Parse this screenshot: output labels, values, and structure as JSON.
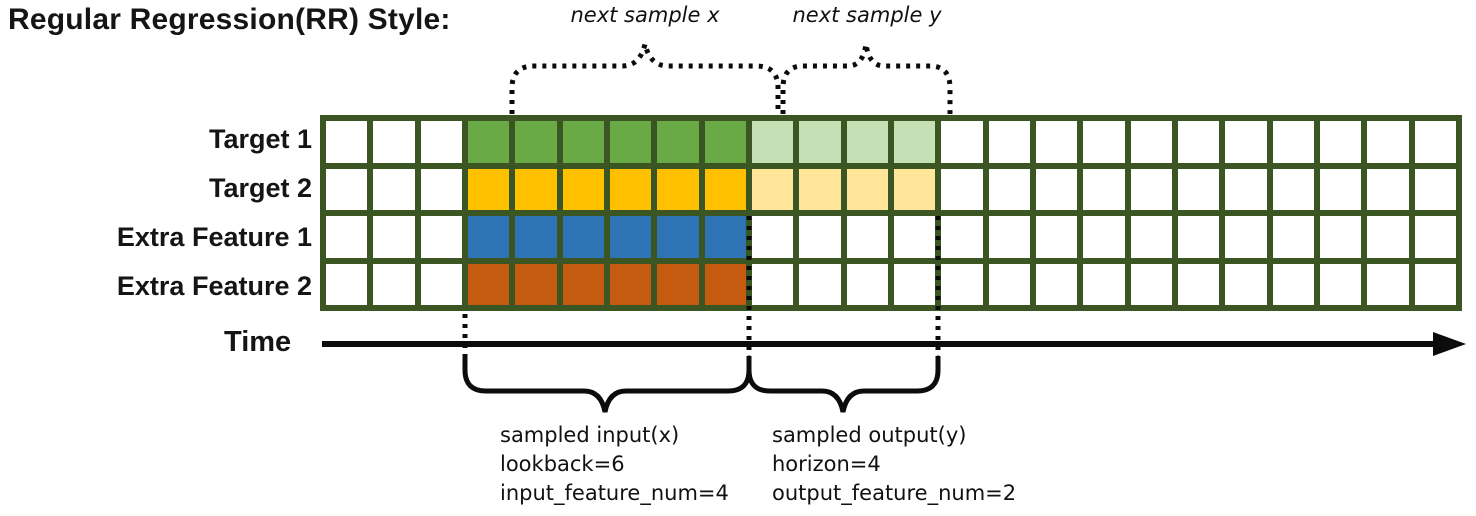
{
  "title": "Regular Regression(RR) Style:",
  "top_annotations": {
    "next_sample_x": "next sample x",
    "next_sample_y": "next sample y"
  },
  "rows": [
    {
      "label": "Target 1",
      "input_color": "#6aaa46",
      "output_color": "#c5e0b4"
    },
    {
      "label": "Target 2",
      "input_color": "#ffc000",
      "output_color": "#ffe699"
    },
    {
      "label": "Extra Feature 1",
      "input_color": "#2e74b5",
      "output_color": null
    },
    {
      "label": "Extra Feature 2",
      "input_color": "#c55a11",
      "output_color": null
    }
  ],
  "grid": {
    "total_columns": 24,
    "empty_leading_columns": 3,
    "lookback": 6,
    "horizon": 4,
    "border_color": "#3b5623",
    "cell_color": "#ffffff"
  },
  "time_axis": {
    "label": "Time"
  },
  "bottom_annotations": {
    "input": {
      "lines": [
        "sampled input(x)",
        "lookback=6",
        "input_feature_num=4"
      ]
    },
    "output": {
      "lines": [
        "sampled output(y)",
        "horizon=4",
        "output_feature_num=2"
      ]
    }
  }
}
